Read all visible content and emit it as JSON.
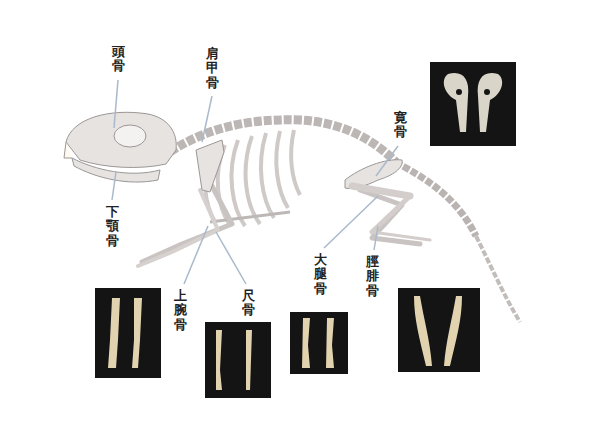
{
  "diagram": {
    "labels": [
      "頭骨",
      "肩甲骨",
      "下顎骨",
      "寛骨",
      "上腕骨",
      "尺骨",
      "大腿骨",
      "脛腓骨"
    ]
  }
}
